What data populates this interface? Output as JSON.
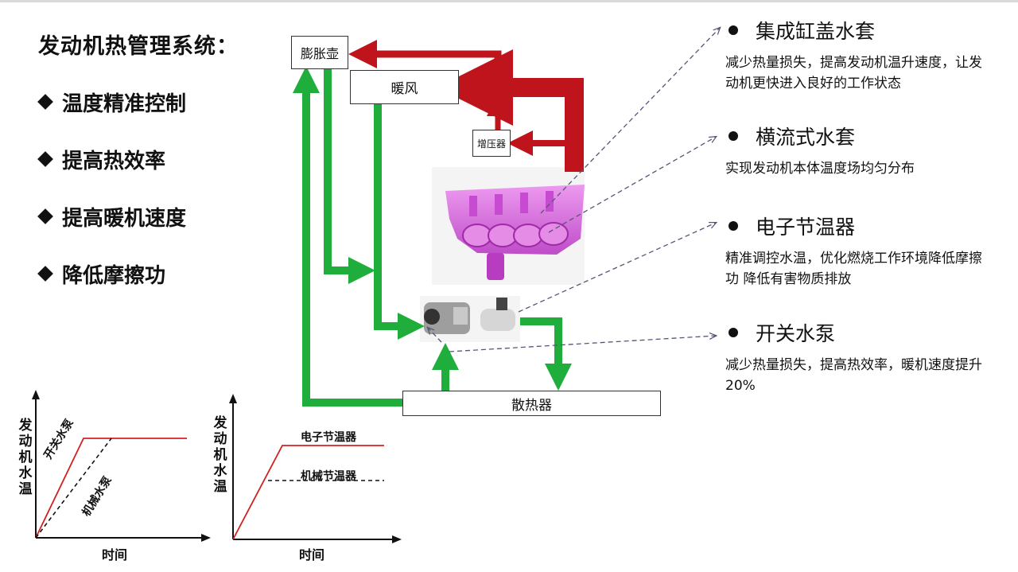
{
  "title": "发动机热管理系统：",
  "benefits": [
    "温度精准控制",
    "提高热效率",
    "提高暖机速度",
    "降低摩擦功"
  ],
  "components": {
    "expansion_tank": "膨胀壶",
    "heater": "暖风",
    "turbocharger": "增压器",
    "radiator": "散热器"
  },
  "features": [
    {
      "title": "集成缸盖水套",
      "desc": "减少热量损失，提高发动机温升速度，让发动机更快进入良好的工作状态"
    },
    {
      "title": "横流式水套",
      "desc": "实现发动机本体温度场均匀分布"
    },
    {
      "title": "电子节温器",
      "desc": "精准调控水温，优化燃烧工作环境降低摩擦功 降低有害物质排放"
    },
    {
      "title": "开关水泵",
      "desc": "减少热量损失，提高热效率，暖机速度提升20%"
    }
  ],
  "colors": {
    "hot_flow": "#c0141c",
    "cold_flow": "#1fae3c",
    "engine": "#d24fd8"
  },
  "chart_data": [
    {
      "type": "line",
      "ylabel": "发动机水温",
      "xlabel": "时间",
      "series": [
        {
          "name": "开关水泵",
          "style": "solid",
          "color": "#d22020"
        },
        {
          "name": "机械水泵",
          "style": "dashed",
          "color": "#111111"
        }
      ]
    },
    {
      "type": "line",
      "ylabel": "发动机水温",
      "xlabel": "时间",
      "series": [
        {
          "name": "电子节温器",
          "style": "solid",
          "color": "#d22020"
        },
        {
          "name": "机械节温器",
          "style": "dashed",
          "color": "#111111"
        }
      ]
    }
  ]
}
